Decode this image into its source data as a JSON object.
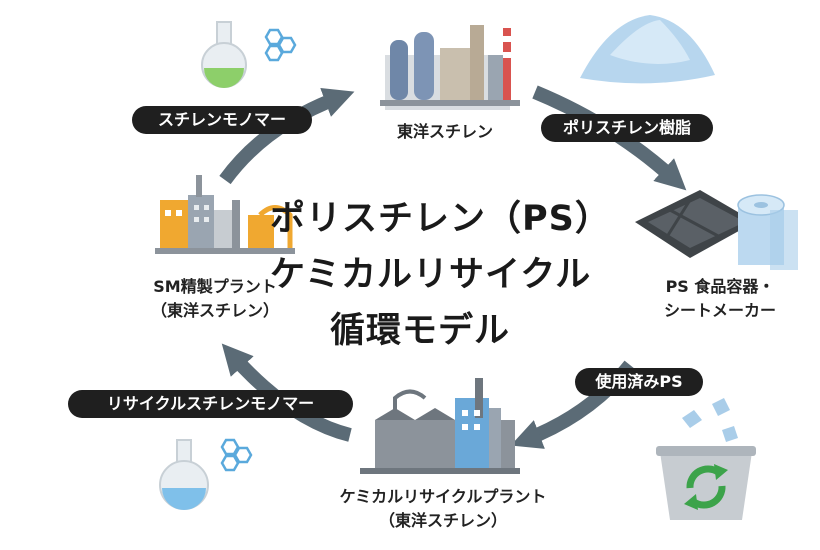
{
  "title": {
    "line1": "ポリスチレン（PS）",
    "line2": "ケミカルリサイクル",
    "line3": "循環モデル"
  },
  "nodes": {
    "toyo_styrene": "東洋スチレン",
    "food_container_line1": "PS 食品容器・",
    "food_container_line2": "シートメーカー",
    "recycle_plant_line1": "ケミカルリサイクルプラント",
    "recycle_plant_line2": "（東洋スチレン）",
    "sm_plant_line1": "SM精製プラント",
    "sm_plant_line2": "（東洋スチレン）"
  },
  "arrows": {
    "styrene_monomer": "スチレンモノマー",
    "polystyrene_resin": "ポリスチレン樹脂",
    "used_ps": "使用済みPS",
    "recycled_monomer": "リサイクルスチレンモノマー"
  },
  "colors": {
    "arrow": "#5b6b76",
    "pill_bg": "#1f1f1f",
    "flask_green": "#8dcf6a",
    "flask_blue": "#7fc0ea",
    "hexagon": "#5aa9dc",
    "factory_gray": "#8c939b",
    "factory_orange": "#f0a830",
    "recycle_green": "#3ca34a"
  }
}
